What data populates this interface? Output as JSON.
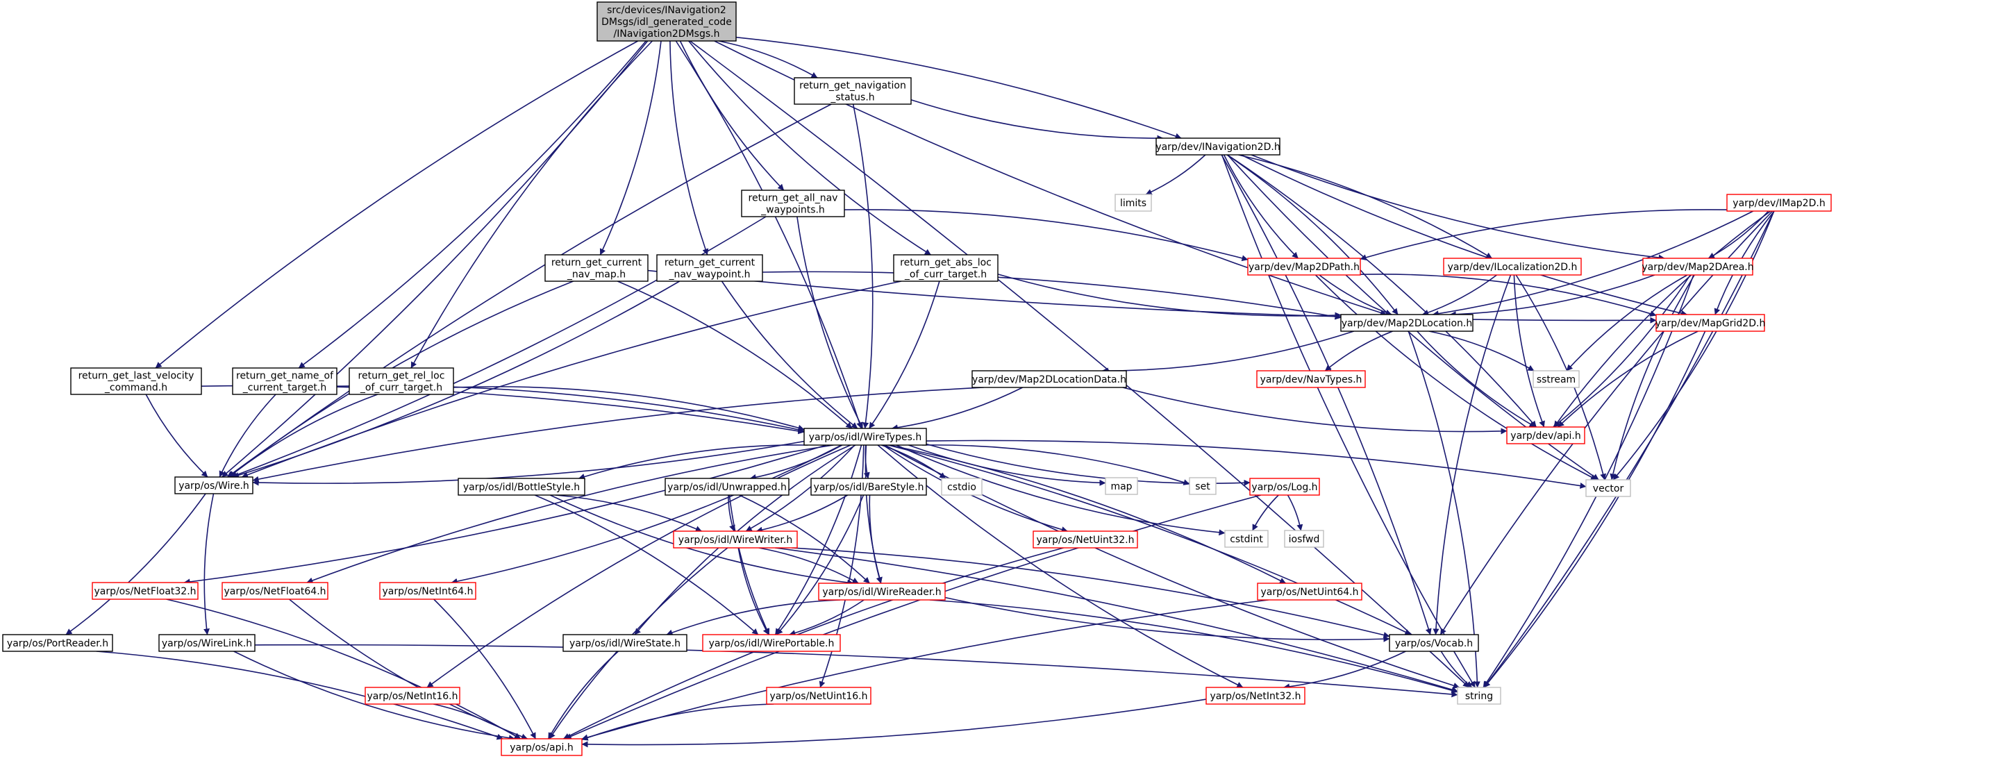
{
  "diagram": {
    "colors": {
      "edge": "#191970",
      "box_border": "#000000",
      "header_fill": "#bfbfbf",
      "missing_border": "#ff0000",
      "system_border": "#bfbfbf",
      "text": "#000000"
    },
    "nodes": [
      {
        "id": "root",
        "label": [
          "src/devices/INavigation2",
          "DMsgs/idl_generated_code",
          "/INavigation2DMsgs.h"
        ],
        "kind": "header"
      },
      {
        "id": "nav_status",
        "label": [
          "return_get_navigation",
          "_status.h"
        ],
        "kind": "normal"
      },
      {
        "id": "inav2d",
        "label": [
          "yarp/dev/INavigation2D.h"
        ],
        "kind": "normal"
      },
      {
        "id": "limits",
        "label": [
          "limits"
        ],
        "kind": "system"
      },
      {
        "id": "all_wp",
        "label": [
          "return_get_all_nav",
          "_waypoints.h"
        ],
        "kind": "normal"
      },
      {
        "id": "imap2d",
        "label": [
          "yarp/dev/IMap2D.h"
        ],
        "kind": "missing"
      },
      {
        "id": "map2dpath",
        "label": [
          "yarp/dev/Map2DPath.h"
        ],
        "kind": "missing"
      },
      {
        "id": "iloc2d",
        "label": [
          "yarp/dev/ILocalization2D.h"
        ],
        "kind": "missing"
      },
      {
        "id": "map2darea",
        "label": [
          "yarp/dev/Map2DArea.h"
        ],
        "kind": "missing"
      },
      {
        "id": "cur_map",
        "label": [
          "return_get_current",
          "_nav_map.h"
        ],
        "kind": "normal"
      },
      {
        "id": "cur_wp",
        "label": [
          "return_get_current",
          "_nav_waypoint.h"
        ],
        "kind": "normal"
      },
      {
        "id": "abs_loc",
        "label": [
          "return_get_abs_loc",
          "_of_curr_target.h"
        ],
        "kind": "normal"
      },
      {
        "id": "map2dloc",
        "label": [
          "yarp/dev/Map2DLocation.h"
        ],
        "kind": "normal"
      },
      {
        "id": "mapgrid",
        "label": [
          "yarp/dev/MapGrid2D.h"
        ],
        "kind": "missing"
      },
      {
        "id": "navtypes",
        "label": [
          "yarp/dev/NavTypes.h"
        ],
        "kind": "missing"
      },
      {
        "id": "sstream",
        "label": [
          "sstream"
        ],
        "kind": "system"
      },
      {
        "id": "last_vel",
        "label": [
          "return_get_last_velocity",
          "_command.h"
        ],
        "kind": "normal"
      },
      {
        "id": "name_cur",
        "label": [
          "return_get_name_of",
          "_current_target.h"
        ],
        "kind": "normal"
      },
      {
        "id": "rel_loc",
        "label": [
          "return_get_rel_loc",
          "_of_curr_target.h"
        ],
        "kind": "normal"
      },
      {
        "id": "locdata",
        "label": [
          "yarp/dev/Map2DLocationData.h"
        ],
        "kind": "normal"
      },
      {
        "id": "devapi",
        "label": [
          "yarp/dev/api.h"
        ],
        "kind": "missing"
      },
      {
        "id": "wiretypes",
        "label": [
          "yarp/os/idl/WireTypes.h"
        ],
        "kind": "normal"
      },
      {
        "id": "wire",
        "label": [
          "yarp/os/Wire.h"
        ],
        "kind": "normal"
      },
      {
        "id": "bottlestyle",
        "label": [
          "yarp/os/idl/BottleStyle.h"
        ],
        "kind": "normal"
      },
      {
        "id": "unwrapped",
        "label": [
          "yarp/os/idl/Unwrapped.h"
        ],
        "kind": "normal"
      },
      {
        "id": "barestyle",
        "label": [
          "yarp/os/idl/BareStyle.h"
        ],
        "kind": "normal"
      },
      {
        "id": "cstdio",
        "label": [
          "cstdio"
        ],
        "kind": "system"
      },
      {
        "id": "map",
        "label": [
          "map"
        ],
        "kind": "system"
      },
      {
        "id": "set",
        "label": [
          "set"
        ],
        "kind": "system"
      },
      {
        "id": "log",
        "label": [
          "yarp/os/Log.h"
        ],
        "kind": "missing"
      },
      {
        "id": "vector",
        "label": [
          "vector"
        ],
        "kind": "system"
      },
      {
        "id": "cstdint",
        "label": [
          "cstdint"
        ],
        "kind": "system"
      },
      {
        "id": "iosfwd",
        "label": [
          "iosfwd"
        ],
        "kind": "system"
      },
      {
        "id": "wirewriter",
        "label": [
          "yarp/os/idl/WireWriter.h"
        ],
        "kind": "missing"
      },
      {
        "id": "netuint32",
        "label": [
          "yarp/os/NetUint32.h"
        ],
        "kind": "missing"
      },
      {
        "id": "netfloat32",
        "label": [
          "yarp/os/NetFloat32.h"
        ],
        "kind": "missing"
      },
      {
        "id": "netfloat64",
        "label": [
          "yarp/os/NetFloat64.h"
        ],
        "kind": "missing"
      },
      {
        "id": "netint64",
        "label": [
          "yarp/os/NetInt64.h"
        ],
        "kind": "missing"
      },
      {
        "id": "wirereader",
        "label": [
          "yarp/os/idl/WireReader.h"
        ],
        "kind": "missing"
      },
      {
        "id": "netuint64",
        "label": [
          "yarp/os/NetUint64.h"
        ],
        "kind": "missing"
      },
      {
        "id": "portreader",
        "label": [
          "yarp/os/PortReader.h"
        ],
        "kind": "normal"
      },
      {
        "id": "wirelink",
        "label": [
          "yarp/os/WireLink.h"
        ],
        "kind": "normal"
      },
      {
        "id": "wirestate",
        "label": [
          "yarp/os/idl/WireState.h"
        ],
        "kind": "normal"
      },
      {
        "id": "wireportable",
        "label": [
          "yarp/os/idl/WirePortable.h"
        ],
        "kind": "missing"
      },
      {
        "id": "vocab",
        "label": [
          "yarp/os/Vocab.h"
        ],
        "kind": "normal"
      },
      {
        "id": "netint16",
        "label": [
          "yarp/os/NetInt16.h"
        ],
        "kind": "missing"
      },
      {
        "id": "netuint16",
        "label": [
          "yarp/os/NetUint16.h"
        ],
        "kind": "missing"
      },
      {
        "id": "netint32",
        "label": [
          "yarp/os/NetInt32.h"
        ],
        "kind": "missing"
      },
      {
        "id": "string",
        "label": [
          "string"
        ],
        "kind": "system"
      },
      {
        "id": "osapi",
        "label": [
          "yarp/os/api.h"
        ],
        "kind": "missing"
      }
    ],
    "edges": [
      [
        "root",
        "wire"
      ],
      [
        "root",
        "last_vel"
      ],
      [
        "root",
        "name_cur"
      ],
      [
        "root",
        "rel_loc"
      ],
      [
        "root",
        "cur_map"
      ],
      [
        "root",
        "cur_wp"
      ],
      [
        "root",
        "wiretypes"
      ],
      [
        "root",
        "all_wp"
      ],
      [
        "root",
        "nav_status"
      ],
      [
        "root",
        "abs_loc"
      ],
      [
        "root",
        "inav2d"
      ],
      [
        "root",
        "map2dloc"
      ],
      [
        "root",
        "string"
      ],
      [
        "nav_status",
        "wire"
      ],
      [
        "nav_status",
        "wiretypes"
      ],
      [
        "nav_status",
        "inav2d"
      ],
      [
        "inav2d",
        "limits"
      ],
      [
        "inav2d",
        "map2dpath"
      ],
      [
        "inav2d",
        "iloc2d"
      ],
      [
        "inav2d",
        "map2darea"
      ],
      [
        "inav2d",
        "map2dloc"
      ],
      [
        "inav2d",
        "mapgrid"
      ],
      [
        "inav2d",
        "devapi"
      ],
      [
        "inav2d",
        "vector"
      ],
      [
        "inav2d",
        "vocab"
      ],
      [
        "inav2d",
        "string"
      ],
      [
        "all_wp",
        "wire"
      ],
      [
        "all_wp",
        "wiretypes"
      ],
      [
        "all_wp",
        "map2dpath"
      ],
      [
        "imap2d",
        "map2dpath"
      ],
      [
        "imap2d",
        "map2darea"
      ],
      [
        "imap2d",
        "mapgrid"
      ],
      [
        "imap2d",
        "map2dloc"
      ],
      [
        "imap2d",
        "devapi"
      ],
      [
        "imap2d",
        "vector"
      ],
      [
        "imap2d",
        "vocab"
      ],
      [
        "imap2d",
        "string"
      ],
      [
        "map2dpath",
        "map2dloc"
      ],
      [
        "map2dpath",
        "mapgrid"
      ],
      [
        "map2dpath",
        "vector"
      ],
      [
        "iloc2d",
        "map2dloc"
      ],
      [
        "iloc2d",
        "devapi"
      ],
      [
        "iloc2d",
        "vector"
      ],
      [
        "iloc2d",
        "vocab"
      ],
      [
        "map2darea",
        "map2dloc"
      ],
      [
        "map2darea",
        "sstream"
      ],
      [
        "map2darea",
        "devapi"
      ],
      [
        "map2darea",
        "vector"
      ],
      [
        "map2darea",
        "string"
      ],
      [
        "cur_map",
        "wire"
      ],
      [
        "cur_map",
        "wiretypes"
      ],
      [
        "cur_map",
        "mapgrid"
      ],
      [
        "cur_wp",
        "wire"
      ],
      [
        "cur_wp",
        "wiretypes"
      ],
      [
        "cur_wp",
        "map2dloc"
      ],
      [
        "abs_loc",
        "wire"
      ],
      [
        "abs_loc",
        "wiretypes"
      ],
      [
        "abs_loc",
        "map2dloc"
      ],
      [
        "map2dloc",
        "locdata"
      ],
      [
        "map2dloc",
        "navtypes"
      ],
      [
        "map2dloc",
        "sstream"
      ],
      [
        "map2dloc",
        "devapi"
      ],
      [
        "map2dloc",
        "string"
      ],
      [
        "mapgrid",
        "devapi"
      ],
      [
        "mapgrid",
        "string"
      ],
      [
        "last_vel",
        "wire"
      ],
      [
        "last_vel",
        "wiretypes"
      ],
      [
        "name_cur",
        "wire"
      ],
      [
        "name_cur",
        "wiretypes"
      ],
      [
        "rel_loc",
        "wire"
      ],
      [
        "rel_loc",
        "wiretypes"
      ],
      [
        "locdata",
        "wire"
      ],
      [
        "locdata",
        "wiretypes"
      ],
      [
        "locdata",
        "devapi"
      ],
      [
        "wiretypes",
        "wire"
      ],
      [
        "wiretypes",
        "bottlestyle"
      ],
      [
        "wiretypes",
        "unwrapped"
      ],
      [
        "wiretypes",
        "barestyle"
      ],
      [
        "wiretypes",
        "cstdio"
      ],
      [
        "wiretypes",
        "map"
      ],
      [
        "wiretypes",
        "set"
      ],
      [
        "wiretypes",
        "log"
      ],
      [
        "wiretypes",
        "vector"
      ],
      [
        "wiretypes",
        "cstdint"
      ],
      [
        "wiretypes",
        "wirewriter"
      ],
      [
        "wiretypes",
        "netuint32"
      ],
      [
        "wiretypes",
        "netfloat32"
      ],
      [
        "wiretypes",
        "netfloat64"
      ],
      [
        "wiretypes",
        "netint64"
      ],
      [
        "wiretypes",
        "wirereader"
      ],
      [
        "wiretypes",
        "netuint64"
      ],
      [
        "wiretypes",
        "wirestate"
      ],
      [
        "wiretypes",
        "wireportable"
      ],
      [
        "wiretypes",
        "netint16"
      ],
      [
        "wiretypes",
        "netuint16"
      ],
      [
        "wiretypes",
        "netint32"
      ],
      [
        "wiretypes",
        "vocab"
      ],
      [
        "wiretypes",
        "string"
      ],
      [
        "wire",
        "portreader"
      ],
      [
        "wire",
        "wirelink"
      ],
      [
        "bottlestyle",
        "wirewriter"
      ],
      [
        "bottlestyle",
        "wirereader"
      ],
      [
        "bottlestyle",
        "wireportable"
      ],
      [
        "unwrapped",
        "wirewriter"
      ],
      [
        "unwrapped",
        "wirereader"
      ],
      [
        "unwrapped",
        "wireportable"
      ],
      [
        "barestyle",
        "wirewriter"
      ],
      [
        "barestyle",
        "wirereader"
      ],
      [
        "barestyle",
        "wireportable"
      ],
      [
        "log",
        "cstdint"
      ],
      [
        "log",
        "iosfwd"
      ],
      [
        "log",
        "osapi"
      ],
      [
        "wirewriter",
        "wirereader"
      ],
      [
        "wirewriter",
        "wireportable"
      ],
      [
        "wirewriter",
        "vocab"
      ],
      [
        "wirewriter",
        "osapi"
      ],
      [
        "wirewriter",
        "string"
      ],
      [
        "netuint32",
        "osapi"
      ],
      [
        "netfloat32",
        "osapi"
      ],
      [
        "netfloat64",
        "osapi"
      ],
      [
        "netint64",
        "osapi"
      ],
      [
        "wirereader",
        "wirestate"
      ],
      [
        "wirereader",
        "wireportable"
      ],
      [
        "wirereader",
        "vocab"
      ],
      [
        "wirereader",
        "string"
      ],
      [
        "netuint64",
        "osapi"
      ],
      [
        "portreader",
        "osapi"
      ],
      [
        "wirelink",
        "osapi"
      ],
      [
        "wirelink",
        "string"
      ],
      [
        "wirestate",
        "osapi"
      ],
      [
        "vocab",
        "netint32"
      ],
      [
        "vocab",
        "string"
      ],
      [
        "netint16",
        "osapi"
      ],
      [
        "netuint16",
        "osapi"
      ],
      [
        "netint32",
        "osapi"
      ]
    ]
  }
}
